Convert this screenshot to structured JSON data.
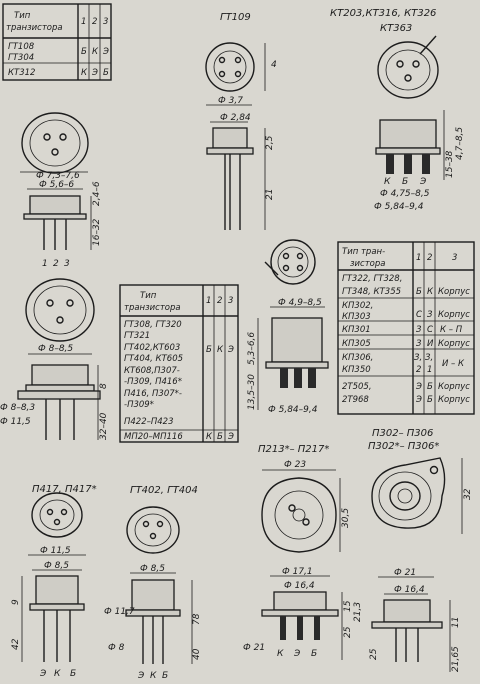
{
  "table1": {
    "header_type": "Тип",
    "header_type2": "транзистора",
    "cols": [
      "1",
      "2",
      "3"
    ],
    "rows": [
      {
        "type": "ГТ108",
        "p1": "Б",
        "p2": "К",
        "p3": "Э"
      },
      {
        "type": "ГТ304",
        "p1": "",
        "p2": "",
        "p3": ""
      },
      {
        "type": "КТ312",
        "p1": "К",
        "p2": "Э",
        "p3": "Б"
      }
    ]
  },
  "table2": {
    "header_type": "Тип",
    "header_type2": "транзистора",
    "cols": [
      "1",
      "2",
      "3"
    ],
    "rows": [
      "ГТ308, ГТ320",
      "ГТ321",
      "ГТ402,КТ603",
      "ГТ404, КТ605",
      "КТ608,П307-",
      "-П309, П416*",
      "П416, П307*-",
      "-П309*",
      "П422–П423",
      "МП20–МП116"
    ],
    "pins_main": [
      "Б",
      "К",
      "Э"
    ],
    "pins_last": [
      "К",
      "Б",
      "Э"
    ]
  },
  "table3": {
    "header_type": "Тип тран-",
    "header_type2": "зистора",
    "cols": [
      "1",
      "2",
      "3"
    ],
    "rows": [
      {
        "type": "ГТ322, ГТ328,",
        "type2": "ГТ348, КТ355",
        "p1": "Б",
        "p2": "К",
        "p3": "Корпус"
      },
      {
        "type": "КП302,",
        "type2": "КП303",
        "p1": "С",
        "p2": "З",
        "p3": "Корпус"
      },
      {
        "type": "КП301",
        "type2": "",
        "p1": "З",
        "p2": "С",
        "p3": "К – П"
      },
      {
        "type": "КП305",
        "type2": "",
        "p1": "З",
        "p2": "И",
        "p3": "Корпус"
      },
      {
        "type": "КП306,",
        "type2": "КП350",
        "p1": "З,",
        "p1b": "2",
        "p2": "З,",
        "p2b": "1",
        "p3": "И – К"
      },
      {
        "type": "2Т505,",
        "type2": "2Т968",
        "p1": "Э",
        "p1b": "Э",
        "p2": "Б",
        "p2b": "Б",
        "p3": "Корпус",
        "p3b": "Корпус"
      }
    ]
  },
  "titles": {
    "gt109": "ГТ109",
    "kt203": "КТ203,КТ316, КТ326",
    "kt363": "КТ363",
    "p417": "П417, П417*",
    "gt402": "ГТ402, ГТ404",
    "p213": "П213*– П217*",
    "p302": "П302– П306",
    "p302s": "П302*– П306*"
  },
  "dims": {
    "d73": "Ф 7,3–7,6",
    "d56": "Ф 5,6–6",
    "h16": "16–32",
    "h24": "2,4–6",
    "pins123": [
      "1",
      "2",
      "3"
    ],
    "d37": "Ф 3,7",
    "d284": "Ф 2,84",
    "h4": "4",
    "h25": "2,5",
    "h21": "21",
    "h4785": "4,7–8,5",
    "h1538": "15–38",
    "kt_pins": [
      "К",
      "Б",
      "Э"
    ],
    "d475": "Ф 4,75–8,5",
    "d584": "Ф 5,84–9,4",
    "d85": "Ф 8–8,5",
    "d83": "Ф 8–8,3",
    "d115": "Ф 11,5",
    "h8": "8",
    "h3240": "32–40",
    "d4985": "Ф 4,9–8,5",
    "h5366": "5,3–6,6",
    "h1330": "13,5–30",
    "d584b": "Ф 5,84–9,4",
    "d115b": "Ф 11,5",
    "d85b": "Ф 8,5",
    "h9": "9",
    "h42": "42",
    "p417_pins": [
      "Э",
      "К",
      "Б"
    ],
    "d85c": "Ф 8,5",
    "d117": "Ф 11,7",
    "d8": "Ф 8",
    "h78": "78",
    "h40": "40",
    "gt_pins": [
      "Э",
      "К",
      "Б"
    ],
    "d23": "Ф 23",
    "h305": "30,5",
    "d171": "Ф 17,1",
    "d164": "Ф 16,4",
    "h15": "15",
    "h25b": "25",
    "h213": "21,3",
    "d21a": "Ф 21",
    "p213_pins": [
      "К",
      "Э",
      "Б"
    ],
    "h32": "32",
    "d21": "Ф 21",
    "d164b": "Ф 16,4",
    "h11": "11",
    "h2165": "21,65",
    "h25c": "25"
  }
}
